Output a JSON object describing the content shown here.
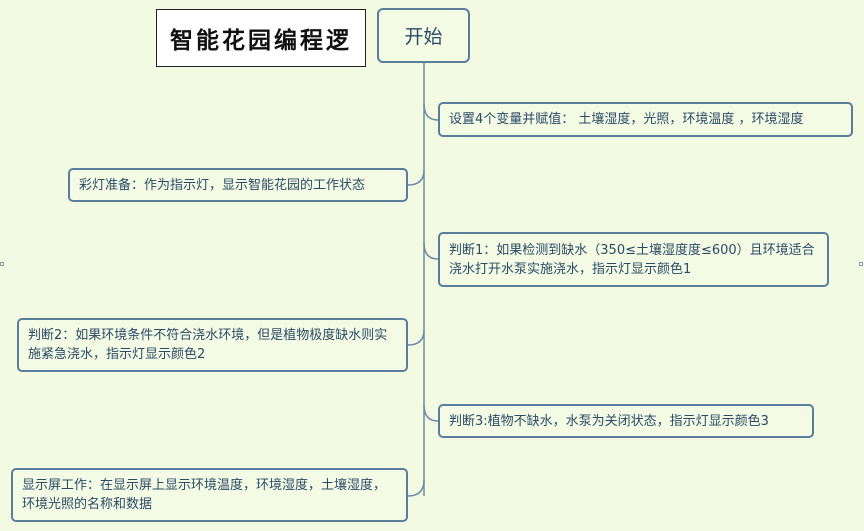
{
  "title": "智能花园编程逻",
  "root": {
    "label": "开始"
  },
  "branches": [
    {
      "id": "set-variables",
      "side": "right",
      "text": "设置4个变量并赋值： 土壤湿度，光照，环境温度 ，环境湿度"
    },
    {
      "id": "led-prepare",
      "side": "left",
      "text": "彩灯准备：作为指示灯，显示智能花园的工作状态"
    },
    {
      "id": "judge-1",
      "side": "right",
      "text": "判断1：如果检测到缺水（350≤土壤湿度度≤600）且环境适合浇水打开水泵实施浇水，指示灯显示颜色1"
    },
    {
      "id": "judge-2",
      "side": "left",
      "text": "判断2：如果环境条件不符合浇水环境，但是植物极度缺水则实施紧急浇水，指示灯显示颜色2"
    },
    {
      "id": "judge-3",
      "side": "right",
      "text": "判断3:植物不缺水，水泵为关闭状态，指示灯显示颜色3"
    },
    {
      "id": "display-work",
      "side": "left",
      "text": "显示屏工作：在显示屏上显示环境温度，环境湿度，土壤湿度，环境光照的名称和数据"
    }
  ],
  "colors": {
    "background": "#f2fbe2",
    "node_border": "#5a7d9b",
    "connector": "#6e8aa3",
    "text": "#2c4a66"
  }
}
